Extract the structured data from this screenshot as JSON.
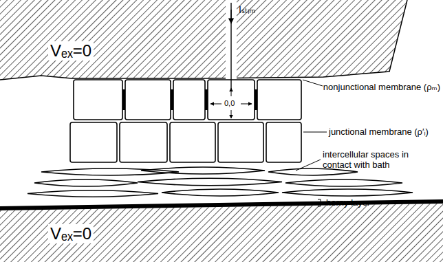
{
  "diagram": {
    "labels": [
      "Iₛₜᵢₘ",
      "Vₑₓ=0",
      "0,0",
      "nonjunctional membrane (ρₘ)",
      "junctional membrane (ρ′ᵢ)",
      "intercellular spaces in contact with bath",
      "horny layer",
      "Vₑₓ=0"
    ]
  }
}
